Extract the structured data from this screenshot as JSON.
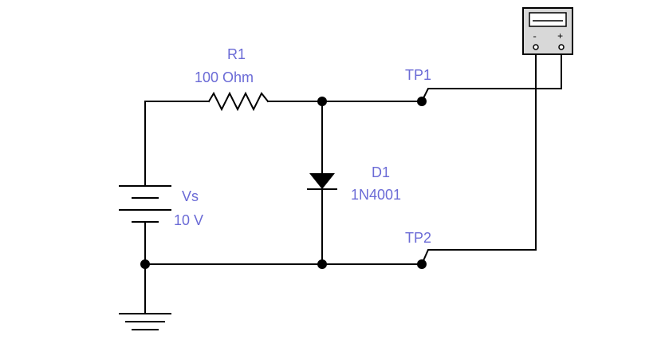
{
  "components": {
    "resistor": {
      "ref": "R1",
      "value": "100 Ohm"
    },
    "source": {
      "ref": "Vs",
      "value": "10 V"
    },
    "diode": {
      "ref": "D1",
      "value": "1N4001"
    }
  },
  "test_points": {
    "tp1": "TP1",
    "tp2": "TP2"
  },
  "meter": {
    "neg_symbol": "-",
    "pos_symbol": "+"
  },
  "colors": {
    "wire": "#000000",
    "label": "#6b6bd6",
    "meter_body": "#d8d8d8"
  }
}
